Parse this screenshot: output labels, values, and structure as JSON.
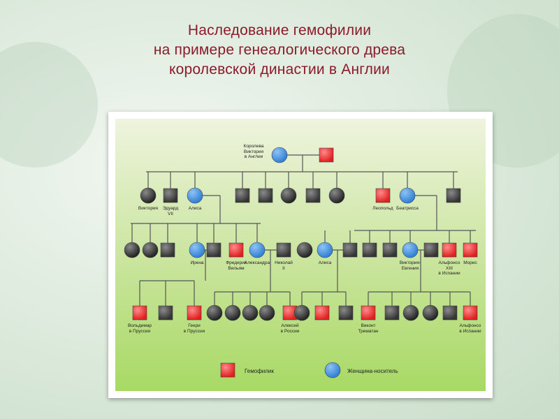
{
  "title": {
    "line1": "Наследование гемофилии",
    "line2": "на примере генеалогического древа",
    "line3": "королевской династии в Англии"
  },
  "colors": {
    "title": "#8b1a2b",
    "hemophiliac": "#e02020",
    "carrier": "#2f7fd4",
    "healthy_male": "#333333",
    "healthy_female": "#222222",
    "line": "#555555"
  },
  "names": {
    "victoria_queen": [
      "Королева",
      "Виктория",
      "в Англии"
    ],
    "victoria": [
      "Виктория"
    ],
    "edward": [
      "Эдуард",
      "VII"
    ],
    "alisa1": [
      "Алиса"
    ],
    "leopold": [
      "Леопольд"
    ],
    "beatrice": [
      "Беатрисса"
    ],
    "irena": [
      "Ирена"
    ],
    "friedrich": [
      "Фредерик",
      "Вильям"
    ],
    "alexandra": [
      "Александра"
    ],
    "nicholas": [
      "Николай",
      "II"
    ],
    "alisa2": [
      "Алиса"
    ],
    "victoria_eugenia": [
      "Виктория-",
      "Евгения"
    ],
    "alfonso13": [
      "Альфонсо",
      "XIII",
      "в Испании"
    ],
    "maurice": [
      "Морис"
    ],
    "waldemar": [
      "Вольдемар",
      "в Пруссии"
    ],
    "henry": [
      "Генри",
      "в Пруссии"
    ],
    "alexei": [
      "Алексей",
      "в России"
    ],
    "tremation": [
      "Виконт",
      "Трематан"
    ],
    "alfonso": [
      "Альфонсо",
      "в Испании"
    ]
  },
  "legend": {
    "hemophiliac": "Гемофилик",
    "carrier": "Женщина-носитель"
  }
}
